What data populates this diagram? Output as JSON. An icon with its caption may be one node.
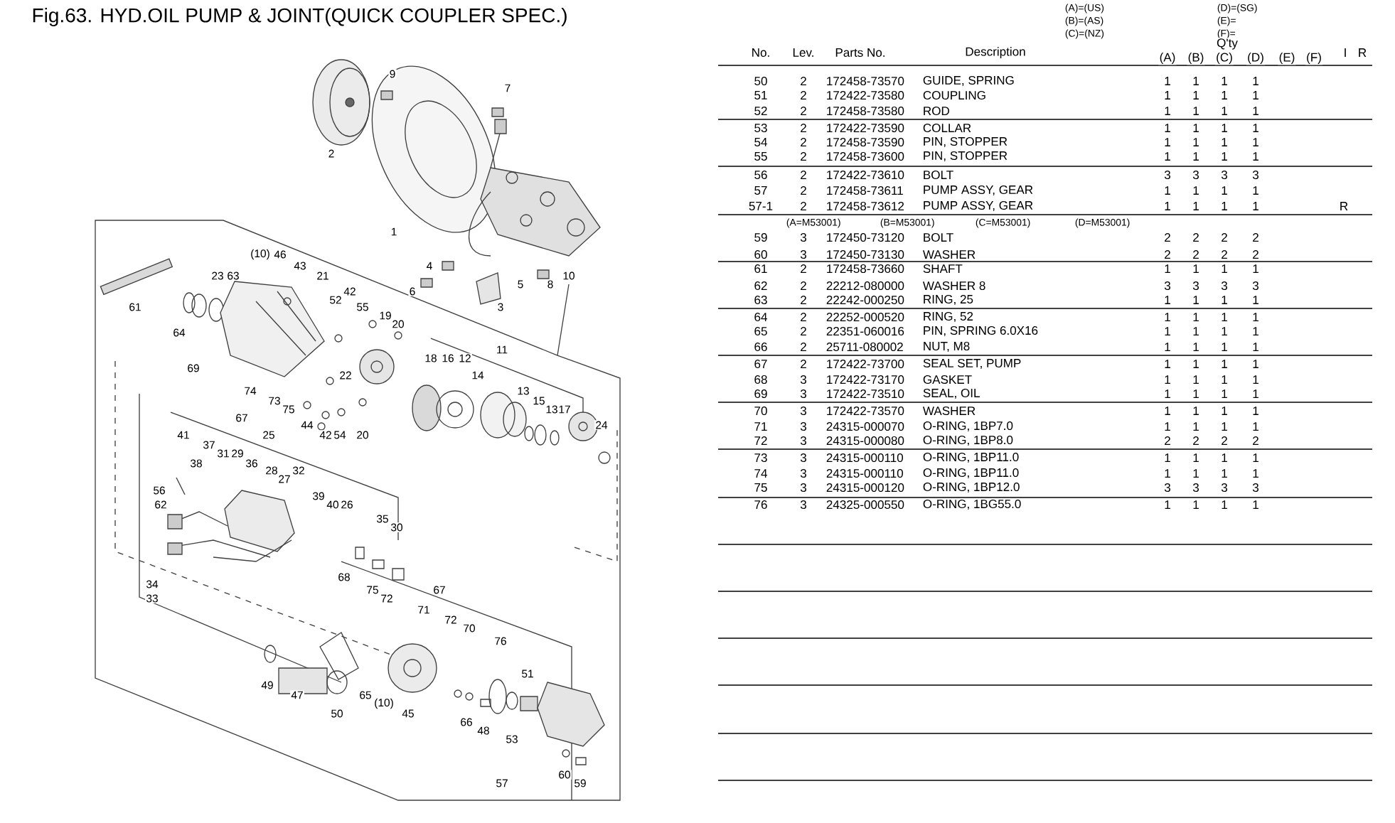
{
  "diagram": {
    "title": "Fig.63.  HYD.OIL PUMP & JOINT(QUICK COUPLER SPEC.)",
    "labels": [
      "(A)=(US)",
      "(D)=(SG)",
      "(B)=(AS)",
      "(E)=",
      "(C)=(NZ)",
      "(F)=",
      "No.",
      "Lev.",
      "Parts No.",
      "Description",
      "Q'ty",
      "I",
      "R",
      "(A)",
      "(B)",
      "(C)",
      "(D)",
      "(E)",
      "(F)",
      "50",
      "2",
      "172458-73570",
      "GUIDE, SPRING",
      "1",
      "1",
      "1",
      "1",
      "51",
      "2",
      "172422-73580",
      "COUPLING",
      "1",
      "1",
      "1",
      "1",
      "52",
      "2",
      "172458-73580",
      "ROD",
      "1",
      "1",
      "1",
      "1",
      "53",
      "2",
      "172422-73590",
      "COLLAR",
      "1",
      "1",
      "1",
      "1",
      "54",
      "2",
      "172458-73590",
      "PIN, STOPPER",
      "1",
      "1",
      "1",
      "1",
      "55",
      "2",
      "172458-73600",
      "PIN, STOPPER",
      "1",
      "1",
      "1",
      "1",
      "56",
      "2",
      "172422-73610",
      "BOLT",
      "3",
      "3",
      "3",
      "3",
      "57",
      "2",
      "172458-73611",
      "PUMP ASSY, GEAR",
      "1",
      "1",
      "1",
      "1",
      "57-1",
      "2",
      "172458-73612",
      "PUMP ASSY, GEAR",
      "1",
      "1",
      "1",
      "1",
      "R",
      "(A=M53001)",
      "(B=M53001)",
      "(C=M53001)",
      "(D=M53001)",
      "59",
      "3",
      "172450-73120",
      "BOLT",
      "2",
      "2",
      "2",
      "2",
      "60",
      "3",
      "172450-73130",
      "WASHER",
      "2",
      "2",
      "2",
      "2",
      "61",
      "2",
      "172458-73660",
      "SHAFT",
      "1",
      "1",
      "1",
      "1",
      "62",
      "2",
      "22212-080000",
      "WASHER 8",
      "3",
      "3",
      "3",
      "3",
      "63",
      "2",
      "22242-000250",
      "RING, 25",
      "1",
      "1",
      "1",
      "1",
      "64",
      "2",
      "22252-000520",
      "RING, 52",
      "1",
      "1",
      "1",
      "1",
      "65",
      "2",
      "22351-060016",
      "PIN, SPRING 6.0X16",
      "1",
      "1",
      "1",
      "1",
      "66",
      "2",
      "25711-080002",
      "NUT, M8",
      "1",
      "1",
      "1",
      "1",
      "67",
      "2",
      "172422-73700",
      "SEAL SET, PUMP",
      "1",
      "1",
      "1",
      "1",
      "68",
      "3",
      "172422-73170",
      "GASKET",
      "1",
      "1",
      "1",
      "1",
      "69",
      "3",
      "172422-73510",
      "SEAL, OIL",
      "1",
      "1",
      "1",
      "1",
      "70",
      "3",
      "172422-73570",
      "WASHER",
      "1",
      "1",
      "1",
      "1",
      "71",
      "3",
      "24315-000070",
      "O-RING, 1BP7.0",
      "1",
      "1",
      "1",
      "1",
      "72",
      "3",
      "24315-000080",
      "O-RING, 1BP8.0",
      "2",
      "2",
      "2",
      "2",
      "73",
      "3",
      "24315-000110",
      "O-RING, 1BP11.0",
      "1",
      "1",
      "1",
      "1",
      "74",
      "3",
      "24315-000110",
      "O-RING, 1BP11.0",
      "1",
      "1",
      "1",
      "1",
      "75",
      "3",
      "24315-000120",
      "O-RING, 1BP12.0",
      "3",
      "3",
      "3",
      "3",
      "76",
      "3",
      "24325-000550",
      "O-RING, 1BG55.0",
      "1",
      "1",
      "1",
      "1",
      "9",
      "7",
      "2",
      "1",
      "(10)",
      "46",
      "43",
      "4",
      "23",
      "63",
      "21",
      "10",
      "5",
      "8",
      "42",
      "6",
      "52",
      "61",
      "55",
      "3",
      "19",
      "20",
      "64",
      "11",
      "18",
      "16",
      "12",
      "69",
      "22",
      "14",
      "74",
      "13",
      "73",
      "15",
      "75",
      "13",
      "17",
      "67",
      "44",
      "24",
      "41",
      "25",
      "42",
      "54",
      "20",
      "37",
      "31",
      "29",
      "38",
      "36",
      "28",
      "32",
      "27",
      "56",
      "39",
      "62",
      "40",
      "26",
      "35",
      "30",
      "68",
      "34",
      "75",
      "67",
      "33",
      "72",
      "71",
      "72",
      "70",
      "76",
      "51",
      "49",
      "47",
      "65",
      "(10)",
      "50",
      "45",
      "66",
      "48",
      "53",
      "60",
      "57",
      "59"
    ]
  }
}
